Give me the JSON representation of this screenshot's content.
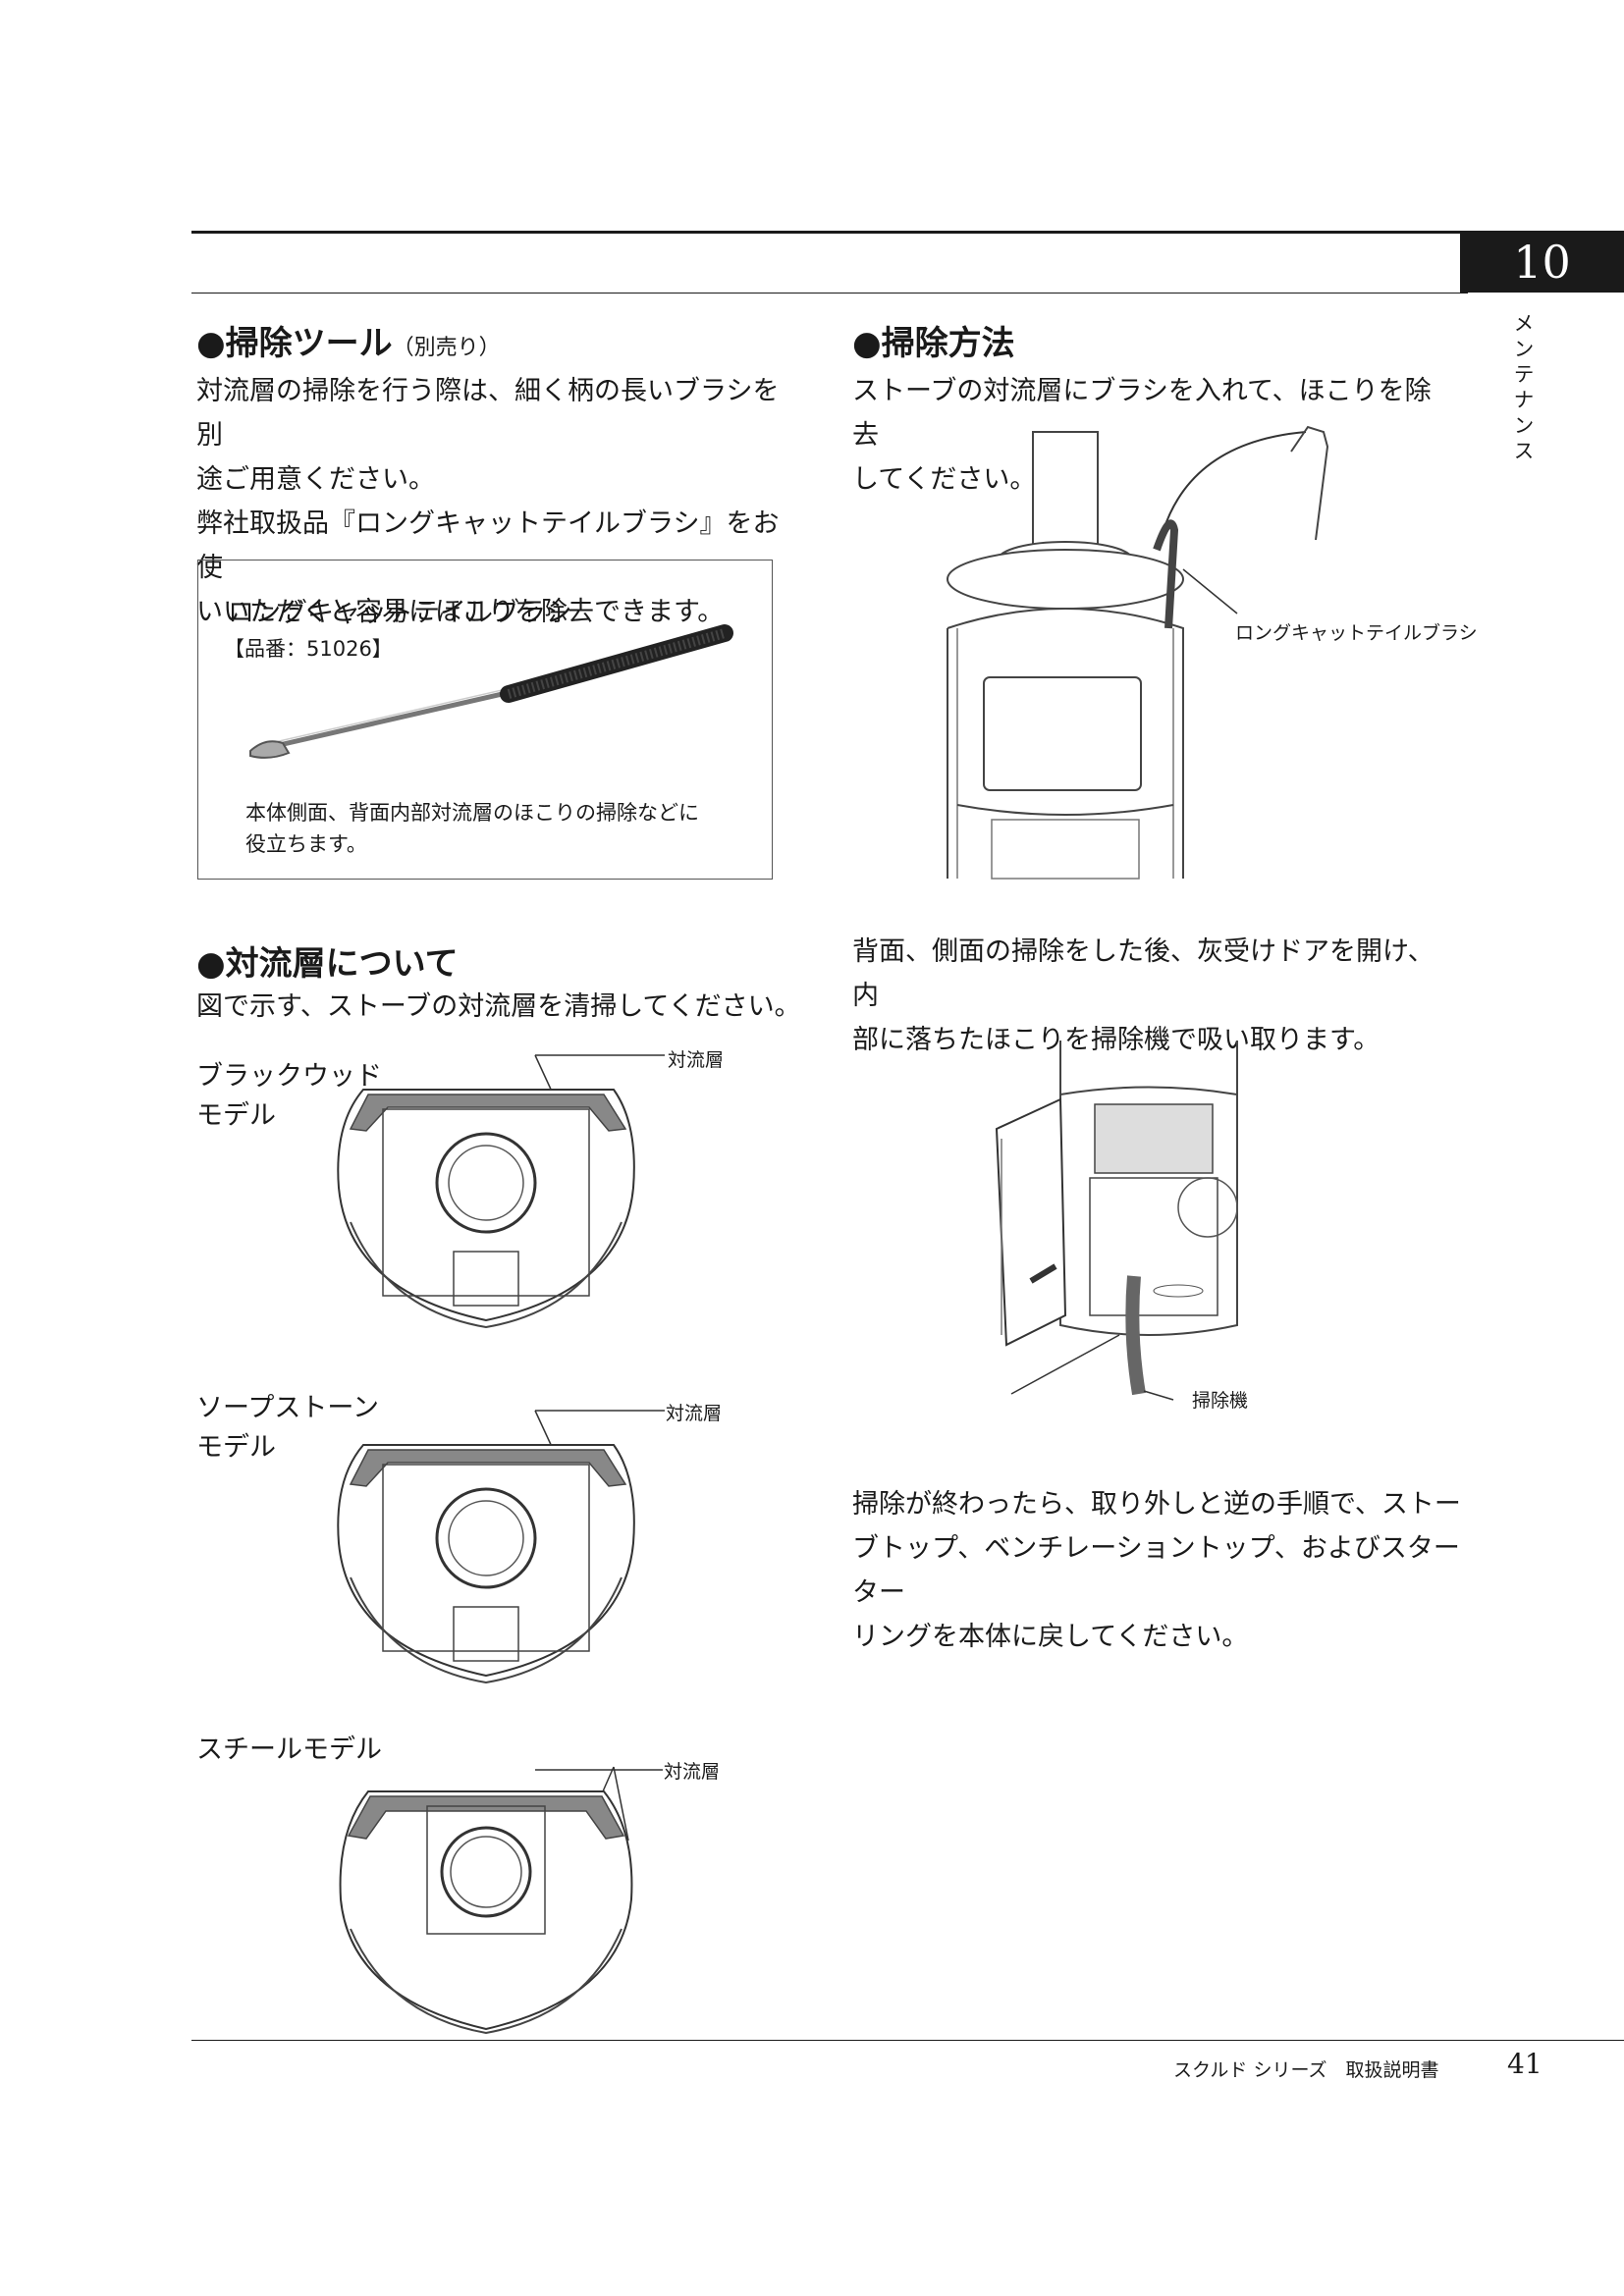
{
  "chapter": {
    "number": "10",
    "side_label": "メンテナンス"
  },
  "sections": {
    "tool": {
      "heading": "●掃除ツール",
      "heading_sub": "（別売り）",
      "paragraphs": [
        "対流層の掃除を行う際は、細く柄の長いブラシを別",
        "途ご用意ください。",
        "弊社取扱品『ロングキャットテイルブラシ』をお使",
        "いいただくと容易にほこりを除去できます。"
      ],
      "box": {
        "product_name": "ロングキャットテイルブラシ",
        "product_code": "【品番：51026】",
        "description": [
          "本体側面、背面内部対流層のほこりの掃除などに",
          "役立ちます。"
        ]
      }
    },
    "method": {
      "heading": "●掃除方法",
      "paragraphs": [
        "ストーブの対流層にブラシを入れて、ほこりを除去",
        "してください。"
      ],
      "callout_brush": "ロングキャットテイルブラシ",
      "paragraphs2": [
        "背面、側面の掃除をした後、灰受けドアを開け、内",
        "部に落ちたほこりを掃除機で吸い取ります。"
      ],
      "callout_vacuum": "掃除機",
      "paragraphs3": [
        "掃除が終わったら、取り外しと逆の手順で、ストー",
        "ブトップ、ベンチレーショントップ、およびスターター",
        "リングを本体に戻してください。"
      ]
    },
    "convection": {
      "heading": "●対流層について",
      "paragraph": "図で示す、ストーブの対流層を清掃してください。",
      "models": [
        {
          "label_lines": [
            "ブラックウッド",
            "モデル"
          ],
          "callout": "対流層"
        },
        {
          "label_lines": [
            "ソープストーン",
            "モデル"
          ],
          "callout": "対流層"
        },
        {
          "label_lines": [
            "スチールモデル"
          ],
          "callout": "対流層"
        }
      ]
    }
  },
  "footer": {
    "title": "スクルド シリーズ　取扱説明書",
    "page": "41"
  }
}
